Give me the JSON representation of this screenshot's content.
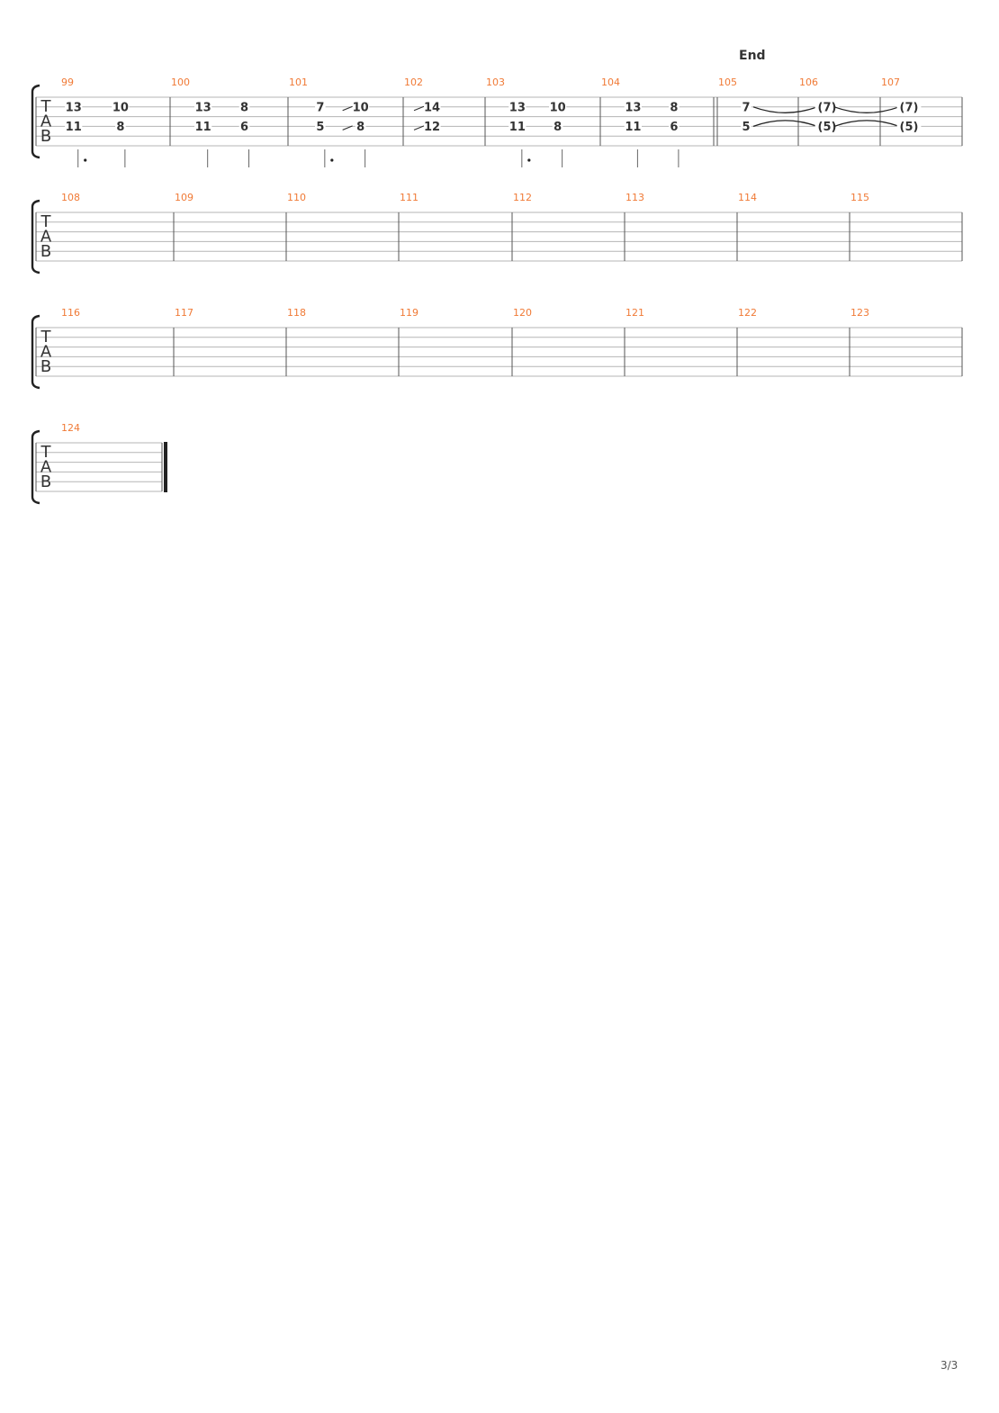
{
  "section_marker": "End",
  "page_number": "3/3",
  "tab_clef": [
    "T",
    "A",
    "B"
  ],
  "colors": {
    "bar_number": "#f07a36",
    "staff_line": "#b5b5b5",
    "barline": "#555555",
    "note": "#333333"
  },
  "systems": [
    {
      "bars": [
        {
          "number": "99",
          "notes": [
            {
              "beat": 0,
              "frets": [
                {
                  "string": 1,
                  "fret": "13"
                },
                {
                  "string": 3,
                  "fret": "11"
                }
              ],
              "stem": true,
              "dot": true
            },
            {
              "beat": 1,
              "frets": [
                {
                  "string": 1,
                  "fret": "10"
                },
                {
                  "string": 3,
                  "fret": "8"
                }
              ],
              "stem": true
            }
          ]
        },
        {
          "number": "100",
          "notes": [
            {
              "beat": 0,
              "frets": [
                {
                  "string": 1,
                  "fret": "13"
                },
                {
                  "string": 3,
                  "fret": "11"
                }
              ],
              "stem": true
            },
            {
              "beat": 1,
              "frets": [
                {
                  "string": 1,
                  "fret": "8"
                },
                {
                  "string": 3,
                  "fret": "6"
                }
              ],
              "stem": true
            }
          ]
        },
        {
          "number": "101",
          "notes": [
            {
              "beat": 0,
              "frets": [
                {
                  "string": 1,
                  "fret": "7"
                },
                {
                  "string": 3,
                  "fret": "5"
                }
              ],
              "stem": true,
              "dot": true
            },
            {
              "beat": 1,
              "frets": [
                {
                  "string": 1,
                  "fret": "10"
                },
                {
                  "string": 3,
                  "fret": "8"
                }
              ],
              "stem": true,
              "slide_in": true
            }
          ]
        },
        {
          "number": "102",
          "notes": [
            {
              "beat": 0,
              "frets": [
                {
                  "string": 1,
                  "fret": "14"
                },
                {
                  "string": 3,
                  "fret": "12"
                }
              ],
              "slide_in": true
            }
          ]
        },
        {
          "number": "103",
          "notes": [
            {
              "beat": 0,
              "frets": [
                {
                  "string": 1,
                  "fret": "13"
                },
                {
                  "string": 3,
                  "fret": "11"
                }
              ],
              "stem": true,
              "dot": true
            },
            {
              "beat": 1,
              "frets": [
                {
                  "string": 1,
                  "fret": "10"
                },
                {
                  "string": 3,
                  "fret": "8"
                }
              ],
              "stem": true
            }
          ]
        },
        {
          "number": "104",
          "notes": [
            {
              "beat": 0,
              "frets": [
                {
                  "string": 1,
                  "fret": "13"
                },
                {
                  "string": 3,
                  "fret": "11"
                }
              ],
              "stem": true
            },
            {
              "beat": 1,
              "frets": [
                {
                  "string": 1,
                  "fret": "8"
                },
                {
                  "string": 3,
                  "fret": "6"
                }
              ],
              "stem": true
            }
          ]
        },
        {
          "number": "105",
          "double_bar_before": true,
          "notes": [
            {
              "beat": 0,
              "frets": [
                {
                  "string": 1,
                  "fret": "7"
                },
                {
                  "string": 3,
                  "fret": "5"
                }
              ],
              "tie_out": true
            }
          ]
        },
        {
          "number": "106",
          "notes": [
            {
              "beat": 0,
              "frets": [
                {
                  "string": 1,
                  "fret": "(7)"
                },
                {
                  "string": 3,
                  "fret": "(5)"
                }
              ],
              "tie_out": true
            }
          ]
        },
        {
          "number": "107",
          "notes": [
            {
              "beat": 0,
              "frets": [
                {
                  "string": 1,
                  "fret": "(7)"
                },
                {
                  "string": 3,
                  "fret": "(5)"
                }
              ]
            }
          ]
        }
      ]
    },
    {
      "bars": [
        {
          "number": "108"
        },
        {
          "number": "109"
        },
        {
          "number": "110"
        },
        {
          "number": "111"
        },
        {
          "number": "112"
        },
        {
          "number": "113"
        },
        {
          "number": "114"
        },
        {
          "number": "115"
        }
      ]
    },
    {
      "bars": [
        {
          "number": "116"
        },
        {
          "number": "117"
        },
        {
          "number": "118"
        },
        {
          "number": "119"
        },
        {
          "number": "120"
        },
        {
          "number": "121"
        },
        {
          "number": "122"
        },
        {
          "number": "123"
        }
      ]
    },
    {
      "bars": [
        {
          "number": "124",
          "final_bar": true
        }
      ]
    }
  ]
}
